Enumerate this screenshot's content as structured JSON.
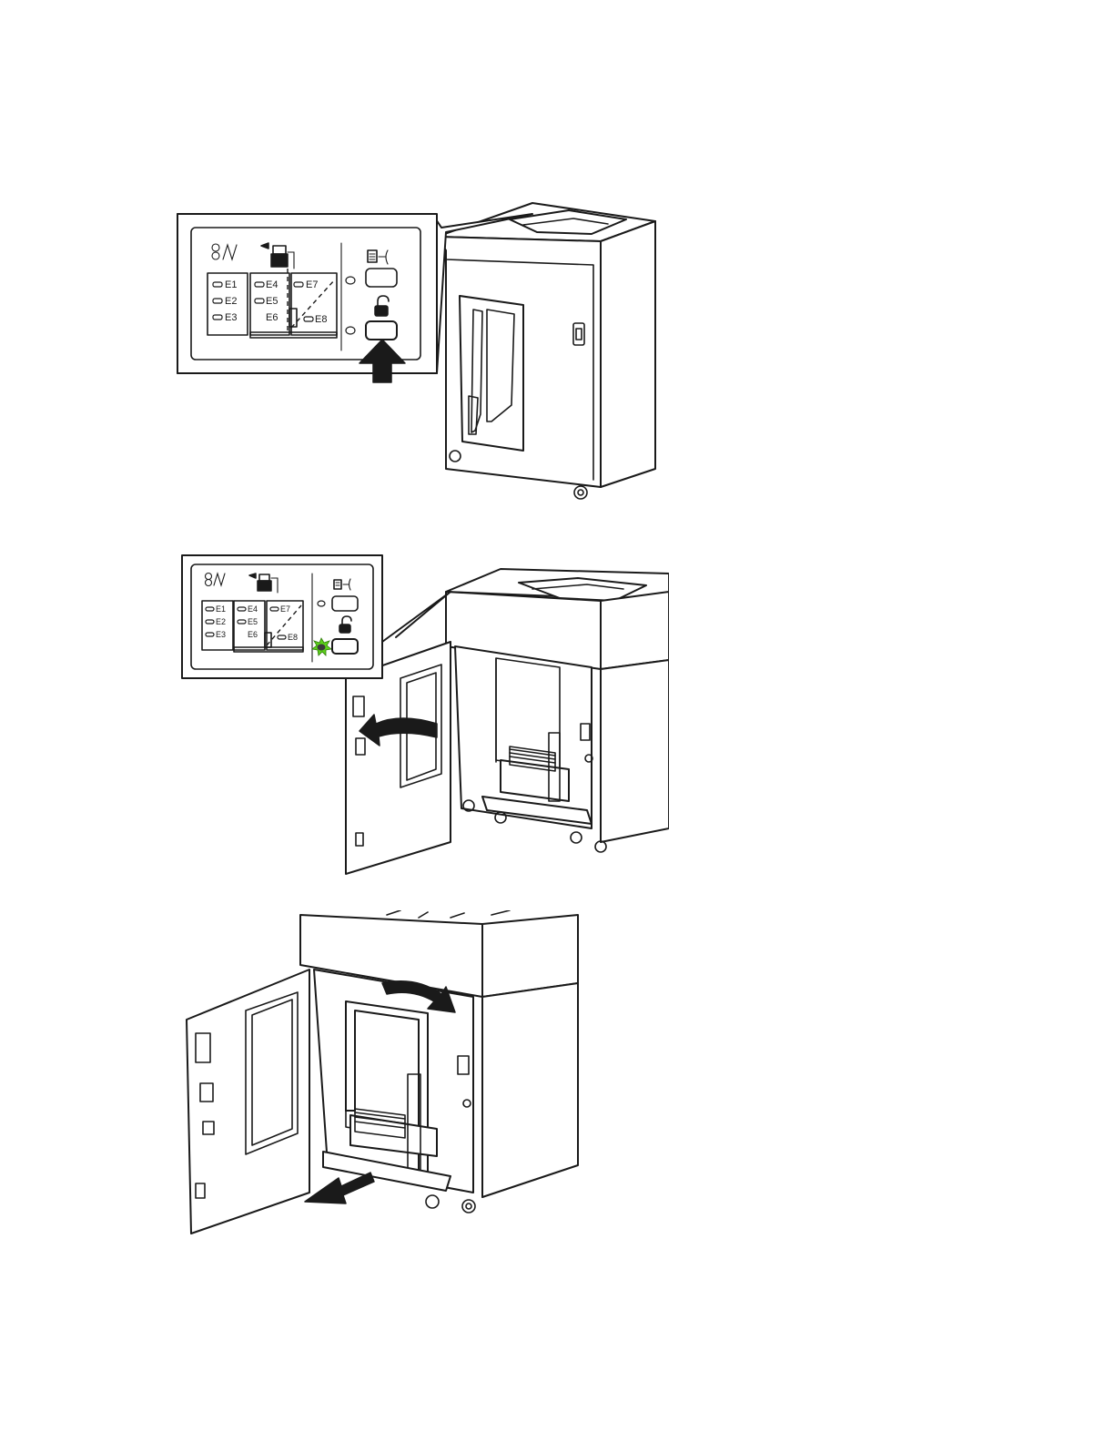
{
  "panels": [
    {
      "id": "step1",
      "callout_labels": [
        "E1",
        "E2",
        "E3",
        "E4",
        "E5",
        "E6",
        "E7",
        "E8"
      ],
      "unlock_led_lit": false,
      "arrow": "press-unlock-button"
    },
    {
      "id": "step2",
      "callout_labels": [
        "E1",
        "E2",
        "E3",
        "E4",
        "E5",
        "E6",
        "E7",
        "E8"
      ],
      "unlock_led_lit": true,
      "led_color": "#5cd11a",
      "arrow": "open-front-door"
    },
    {
      "id": "step3",
      "arrow": "pull-out-cart"
    }
  ]
}
